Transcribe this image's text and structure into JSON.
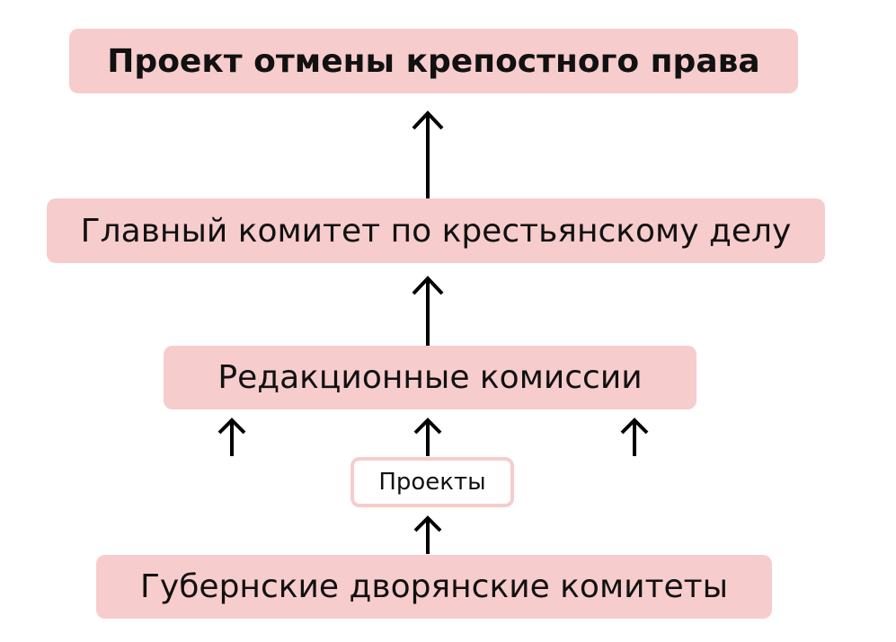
{
  "diagram": {
    "nodes": {
      "abolition_project": "Проект отмены крепостного права",
      "main_committee": "Главный комитет по крестьянскому делу",
      "editorial_commissions": "Редакционные комиссии",
      "projects": "Проекты",
      "provincial_committees": "Губернские дворянские комитеты"
    },
    "edges": [
      {
        "from": "main_committee",
        "to": "abolition_project"
      },
      {
        "from": "editorial_commissions",
        "to": "main_committee"
      },
      {
        "from": "projects",
        "to": "editorial_commissions"
      },
      {
        "from": "provincial_committees",
        "to": "projects"
      }
    ],
    "colors": {
      "box_fill": "#f7cccc",
      "arrow": "#000000",
      "text": "#111111"
    }
  }
}
